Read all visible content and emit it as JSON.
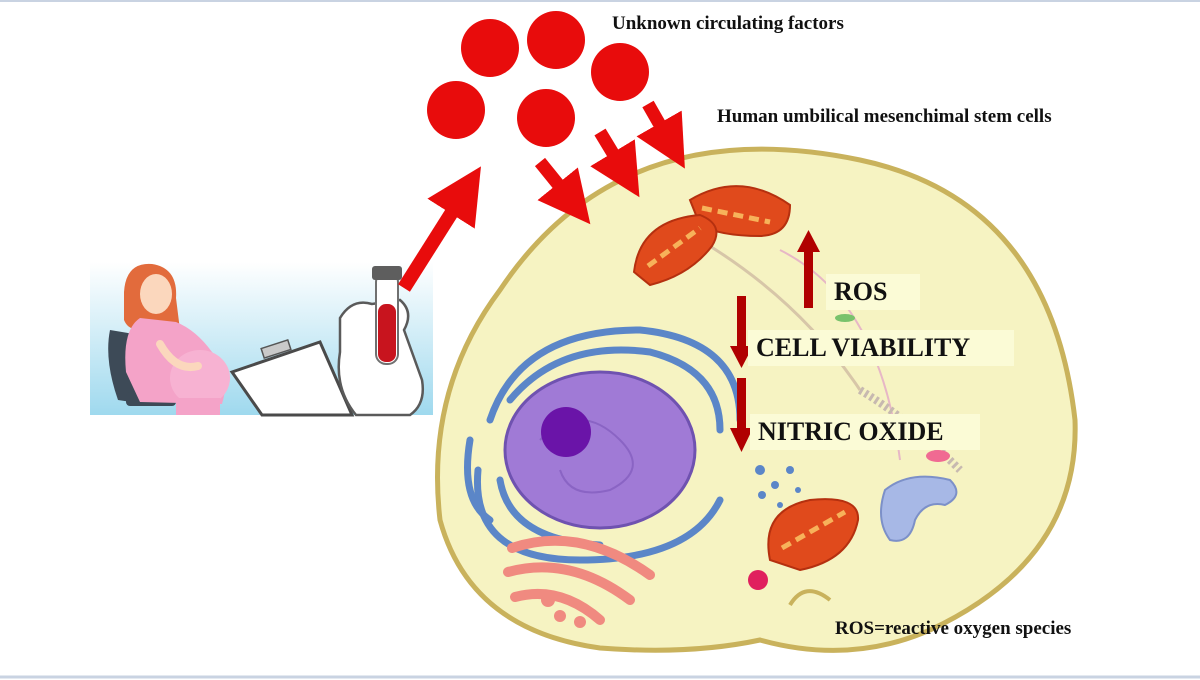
{
  "labels": {
    "circulating": "Unknown circulating factors",
    "stem_cells": "Human umbilical mesenchimal stem cells",
    "footnote": "ROS=reactive oxygen species"
  },
  "effects": [
    {
      "text": "ROS",
      "direction": "up"
    },
    {
      "text": "CELL VIABILITY",
      "direction": "down"
    },
    {
      "text": "NITRIC  OXIDE",
      "direction": "down"
    }
  ],
  "colors": {
    "factor_red": "#e80c0c",
    "arrow_dark_red": "#b00000",
    "cell_fill": "#f6f3c2",
    "cell_border": "#c9b25c",
    "nucleus": "#a07ad6",
    "nucleolus": "#6a14a8",
    "er": "#5b86c8",
    "mitochondria": "#e04a1c",
    "golgi": "#f08a80"
  },
  "icons": {
    "pregnant_patient": "pregnant-woman-icon",
    "blood_sample": "blood-tube-icon"
  }
}
